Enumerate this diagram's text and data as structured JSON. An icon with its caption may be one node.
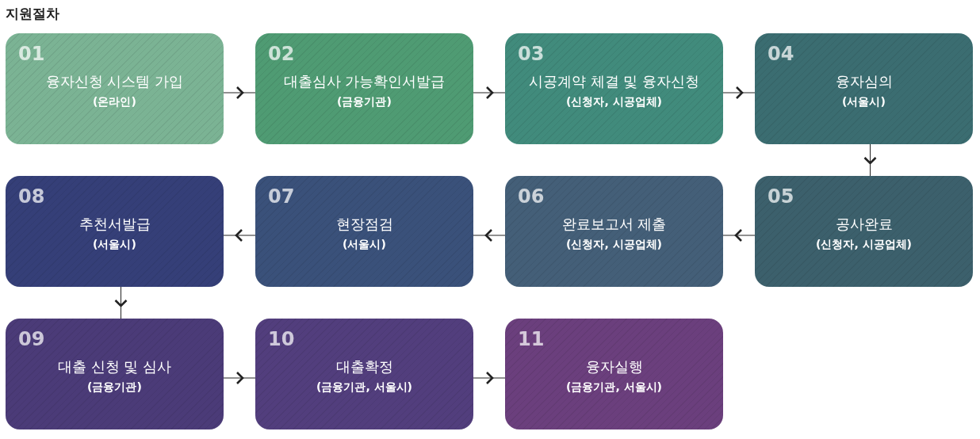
{
  "diagram": {
    "title": "지원절차",
    "nodes": [
      {
        "text": [
          "01",
          "융자신청 시스템 가입",
          "(온라인)"
        ]
      },
      {
        "text": [
          "02",
          "대출심사 가능확인서발급",
          "(금융기관)"
        ]
      },
      {
        "text": [
          "03",
          "시공계약 체결 및 융자신청",
          "(신청자, 시공업체)"
        ]
      },
      {
        "text": [
          "04",
          "융자심의",
          "(서울시)"
        ]
      },
      {
        "text": [
          "05",
          "공사완료",
          "(신청자, 시공업체)"
        ]
      },
      {
        "text": [
          "06",
          "완료보고서 제출",
          "(신청자, 시공업체)"
        ]
      },
      {
        "text": [
          "07",
          "현장점검",
          "(서울시)"
        ]
      },
      {
        "text": [
          "08",
          "추천서발급",
          "(서울시)"
        ]
      },
      {
        "text": [
          "09",
          "대출 신청 및 심사",
          "(금융기관)"
        ]
      },
      {
        "text": [
          "10",
          "대출확정",
          "(금융기관, 서울시)"
        ]
      },
      {
        "text": [
          "11",
          "융자실행",
          "(금융기관, 서울시)"
        ]
      }
    ],
    "edges": [
      {
        "from": 0,
        "to": 1,
        "arrow": "to"
      },
      {
        "from": 1,
        "to": 2,
        "arrow": "to"
      },
      {
        "from": 2,
        "to": 3,
        "arrow": "to"
      },
      {
        "from": 3,
        "to": 4,
        "arrow": "to"
      },
      {
        "from": 4,
        "to": 5,
        "arrow": "to"
      },
      {
        "from": 5,
        "to": 6,
        "arrow": "to"
      },
      {
        "from": 6,
        "to": 7,
        "arrow": "to"
      },
      {
        "from": 7,
        "to": 8,
        "arrow": "to"
      },
      {
        "from": 8,
        "to": 9,
        "arrow": "to"
      },
      {
        "from": 9,
        "to": 10,
        "arrow": "to"
      }
    ]
  }
}
